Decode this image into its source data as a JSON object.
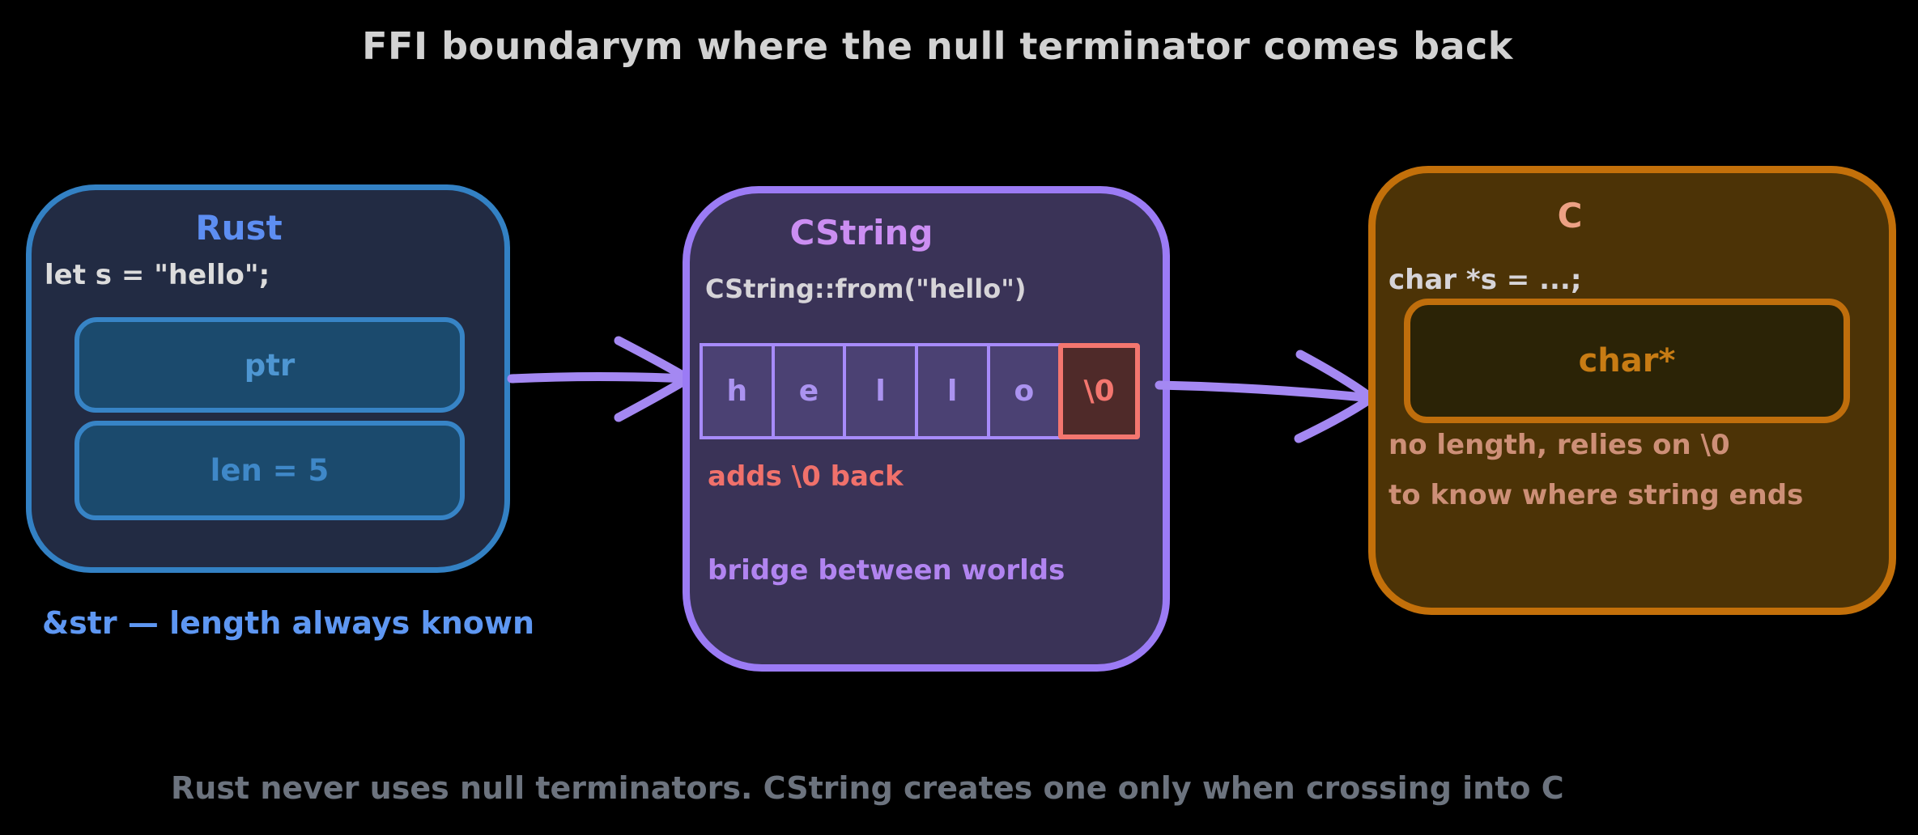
{
  "title": "FFI boundarym where the null terminator comes back",
  "caption": "Rust never uses null terminators. CString creates one only when crossing into C",
  "rust": {
    "title": "Rust",
    "code": "let s = \"hello\";",
    "ptr_label": "ptr",
    "len_label": "len = 5",
    "footnote": "&str — length always known"
  },
  "cstring": {
    "title": "CString",
    "code": "CString::from(\"hello\")",
    "cells": [
      "h",
      "e",
      "l",
      "l",
      "o"
    ],
    "null_terminator": "\\0",
    "note_adds": "adds \\0 back",
    "note_bridge": "bridge between worlds"
  },
  "c": {
    "title": "C",
    "code": "char *s = ...;",
    "pointer_label": "char*",
    "note_line1": "no length, relies on \\0",
    "note_line2": "to know where string ends"
  },
  "colors": {
    "background": "#000000",
    "title_text": "#d2d2d2",
    "caption_text": "#6c737e",
    "arrow": "#a488f2",
    "rust_border": "#3381c4",
    "rust_bg": "#222b43",
    "rust_accent": "#5d8ef2",
    "rust_field_bg": "#1b4a6d",
    "cstring_border": "#9b7bf5",
    "cstring_bg": "#3a3357",
    "cstring_accent": "#cb8ef2",
    "cell_bg": "#4b4173",
    "cell_border": "#a78bfa",
    "null_red": "#f3766f",
    "null_bg": "#4f2a29",
    "c_border": "#c3700a",
    "c_bg": "#4c3306",
    "c_accent": "#eca184",
    "charptr_text": "#c87c14",
    "c_note_text": "#cd8f77",
    "code_text": "#dcdcdc"
  }
}
